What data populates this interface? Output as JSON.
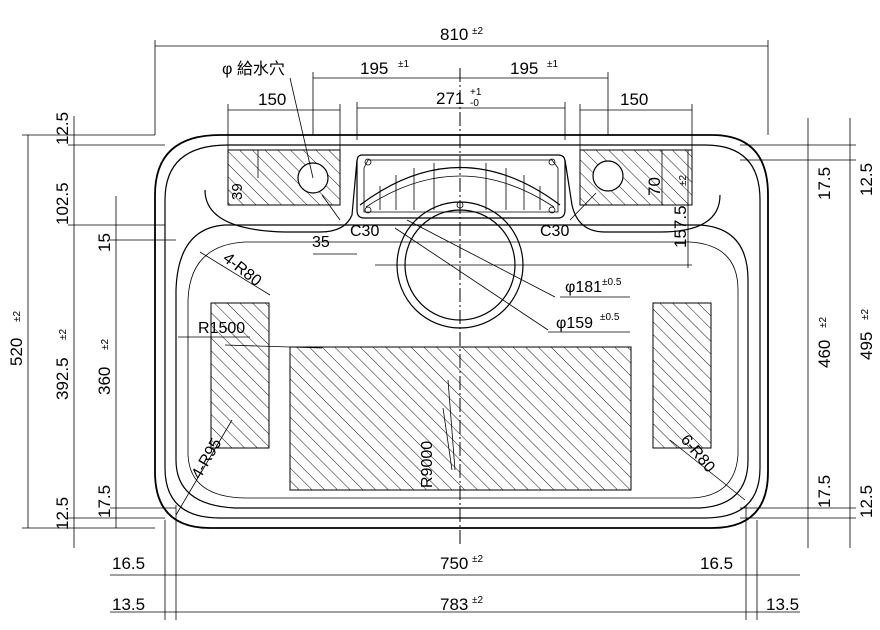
{
  "dimensions": {
    "total_width": "810",
    "total_width_tol": "±2",
    "inner_width": "750",
    "inner_width_tol": "±2",
    "mid_width": "783",
    "mid_width_tol": "±2",
    "left_inset_1": "16.5",
    "right_inset_1": "16.5",
    "left_inset_2": "13.5",
    "right_inset_2": "13.5",
    "hole_offset_left": "195",
    "hole_offset_left_tol": "±1",
    "hole_offset_right": "195",
    "hole_offset_right_tol": "±1",
    "center_width": "271",
    "center_width_tol_top": "+1",
    "center_width_tol_bot": "-0",
    "left_pad_width": "150",
    "right_pad_width": "150",
    "top_edge_left": "12.5",
    "deck_depth": "102.5",
    "step": "15",
    "bowl_depth": "360",
    "bowl_depth_tol": "±2",
    "overall_depth_inner": "392.5",
    "overall_depth_inner_tol": "±2",
    "overall_depth": "520",
    "overall_depth_tol": "±2",
    "bottom_edge_left": "12.5",
    "bottom_step_left": "17.5",
    "hole_from_edge": "39",
    "hole_to_pad_right": "70",
    "hole_to_pad_right_tol": "±2",
    "bowl_center_offset": "157.5",
    "right_top_1": "12.5",
    "right_top_2": "17.5",
    "right_depth_460": "460",
    "right_depth_460_tol": "±2",
    "right_depth_495": "495",
    "right_depth_495_tol": "±2",
    "right_bottom_1": "17.5",
    "right_bottom_2": "12.5",
    "chamfer_small": "35"
  },
  "labels": {
    "supply_hole": "φ 給水穴",
    "chamfer_left": "C30",
    "chamfer_right": "C30",
    "radius_top_left": "4-R80",
    "radius_bottom_left": "4-R95",
    "radius_bottom_right": "6-R80",
    "radius_side": "R1500",
    "radius_bottom": "R9000",
    "drain_outer": "φ181",
    "drain_outer_tol": "±0.5",
    "drain_inner": "φ159",
    "drain_inner_tol": "±0.5"
  }
}
